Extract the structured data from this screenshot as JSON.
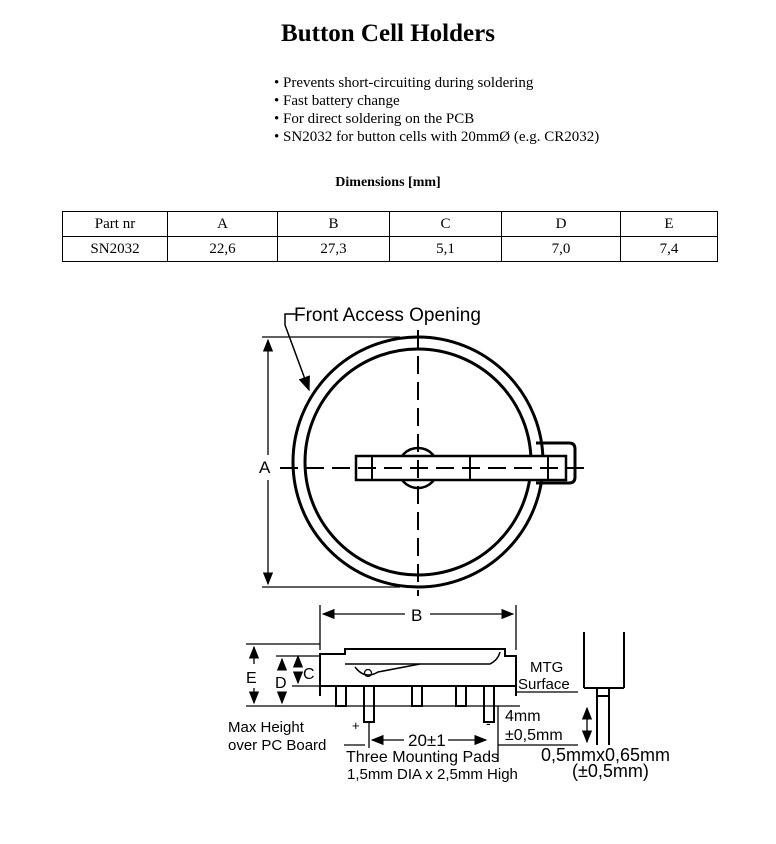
{
  "title": "Button Cell Holders",
  "features": [
    "Prevents short-circuiting during soldering",
    "Fast battery change",
    "For direct soldering on the PCB",
    "SN2032 for button cells with 20mmØ (e.g. CR2032)"
  ],
  "dimensions_title": "Dimensions [mm]",
  "table": {
    "headers": [
      "Part nr",
      "A",
      "B",
      "C",
      "D",
      "E"
    ],
    "rows": [
      [
        "SN2032",
        "22,6",
        "27,3",
        "5,1",
        "7,0",
        "7,4"
      ]
    ]
  },
  "drawing": {
    "front_access": "Front Access Opening",
    "label_a": "A",
    "label_b": "B",
    "label_c": "C",
    "label_d": "D",
    "label_e": "E",
    "mtg": "MTG",
    "surface": "Surface",
    "four_mm": "4mm",
    "tol_05": "±0,5mm",
    "max_height_1": "Max Height",
    "max_height_2": "over PC Board",
    "twenty": "20±1",
    "pads_1": "Three Mounting Pads",
    "pads_2": "1,5mm DIA x 2,5mm High",
    "pin_1": "0,5mmx0,65mm",
    "pin_2": "(±0,5mm)",
    "plus": "+",
    "minus": "-"
  }
}
